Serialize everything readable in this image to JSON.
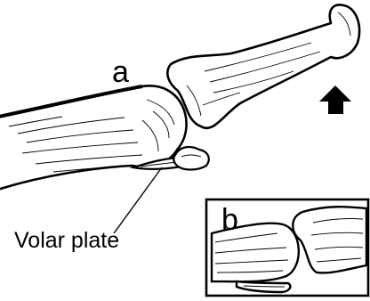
{
  "diagram": {
    "labels": {
      "a": "a",
      "b": "b",
      "volar_plate": "Volar plate"
    },
    "icons": {
      "arrow": "up-arrow-icon"
    },
    "colors": {
      "line": "#000000",
      "background": "#ffffff"
    }
  }
}
